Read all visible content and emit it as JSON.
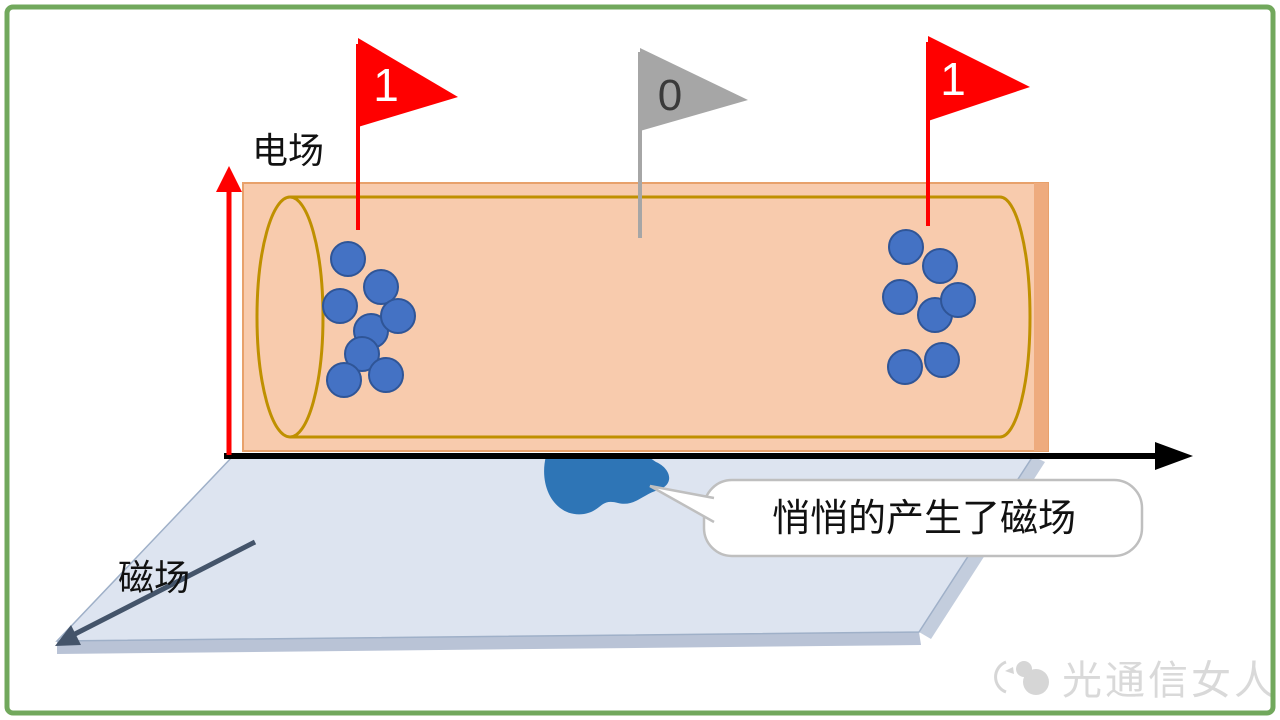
{
  "labels": {
    "electric_field": "电场",
    "magnetic_field": "磁场"
  },
  "flags": [
    {
      "position": "left",
      "value": "1",
      "color": "#ff0000"
    },
    {
      "position": "middle",
      "value": "0",
      "color": "#a6a6a6"
    },
    {
      "position": "right",
      "value": "1",
      "color": "#ff0000"
    }
  ],
  "callout": {
    "text": "悄悄的产生了磁场"
  },
  "watermark": {
    "text": "光通信女人"
  },
  "colors": {
    "frame_green": "#71a85c",
    "tube_fill": "#f8cbad",
    "tube_side": "#eeab7e",
    "tube_outline_gold": "#bf9000",
    "electron_blue": "#4472c4",
    "electron_edge": "#2f5597",
    "plane_fill": "#dde4f0",
    "plane_edge": "#9fb0c8",
    "axis_black": "#000000",
    "field_red": "#ff0000",
    "magnetic_arrow_blue": "#44546a",
    "blob_blue": "#2e75b6",
    "callout_border": "#bfbfbf"
  }
}
